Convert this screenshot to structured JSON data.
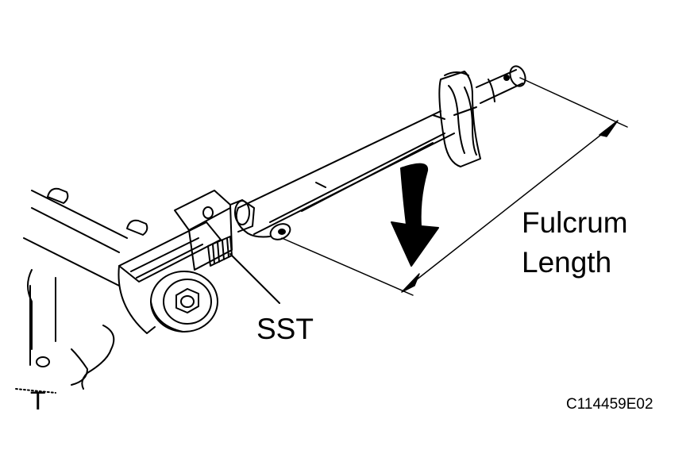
{
  "labels": {
    "fulcrum": "Fulcrum",
    "length": "Length",
    "sst": "SST",
    "t": "T",
    "code": "C114459E02"
  },
  "colors": {
    "line": "#000000",
    "background": "#ffffff",
    "arrow_fill": "#000000"
  },
  "icons": {
    "force_arrow": "downward-curved-arrow",
    "dimension_arrow": "double-headed-arrow"
  }
}
